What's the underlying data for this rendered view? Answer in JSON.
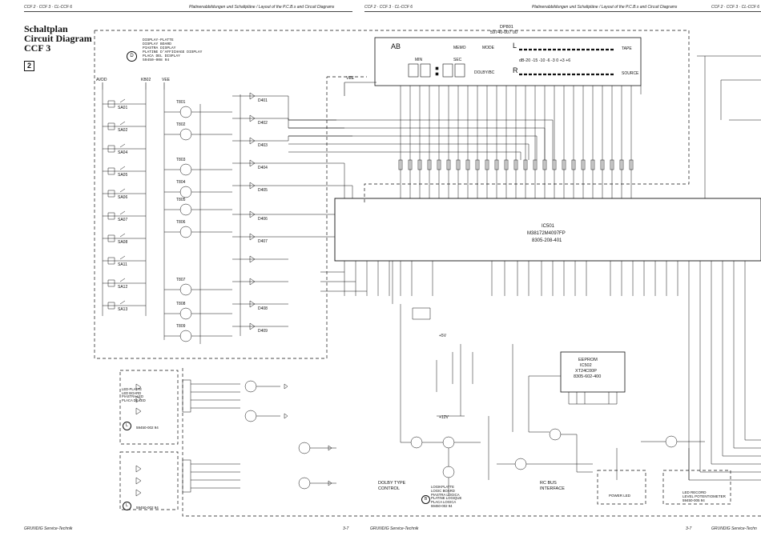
{
  "header": {
    "left": "CCF 2 · CCF 3 · CL-CCF 6",
    "center_left": "Platinenabbildungen und Schaltpläne / Layout of the P.C.B.s and Circuit Diagrams",
    "mid": "CCF 2 · CCF 3 · CL-CCF 6",
    "center_right": "Platinenabbildungen und Schaltpläne / Layout of the P.C.B.s and Circuit Diagrams",
    "right": "CCF 2 · CCF 3 · CL-CCF 6"
  },
  "title": {
    "line1": "Schaltplan",
    "line2": "Circuit Diagram",
    "line3": "CCF 3"
  },
  "page_number": "2",
  "display_board": {
    "marker": "D",
    "lines": "DISPLAY-PLATTE\nDISPLAY BOARD\nPIASTRA DISPLAY\nPLATINE D'AFFICHAGE DISPLAY\nPLACA DEL DISPLAY\n59450-008 94"
  },
  "display": {
    "ref": "DP801",
    "part": "59740-007 00",
    "ab": "AB",
    "memo": "MEMO",
    "mode": "MODE",
    "l": "L",
    "tape": "TAPE",
    "min": "MIN",
    "sec": "SEC",
    "db_scale": "dB-20 -15 -10 -6 -3 0 +3 +6",
    "r": "R",
    "dolby": "DOLBY/BC",
    "source": "SOURCE"
  },
  "ic501": {
    "ref": "IC501",
    "part": "M38172M4097FP",
    "code": "8305-208-401"
  },
  "ic502": {
    "line1": "EEPROM",
    "line2": "IC502",
    "line3": "XT24C00P",
    "line4": "8305-602-400"
  },
  "rails": {
    "avdd": "AVDD",
    "kb02": "KB02",
    "vee": "VEE",
    "vee2": "VEE",
    "plus5v": "+5V",
    "plus12v": "+12V"
  },
  "switches": [
    "SA01",
    "SA02",
    "SA04",
    "SA05",
    "SA06",
    "SA07",
    "SA08",
    "SA11",
    "SA12",
    "SA13"
  ],
  "transistors": [
    "T801",
    "T802",
    "T803",
    "T804",
    "T805",
    "T806",
    "T807",
    "T808",
    "T809"
  ],
  "leds": [
    "D401",
    "D402",
    "D403",
    "D404",
    "D405",
    "D406",
    "D407",
    "D408",
    "D409"
  ],
  "bottom": {
    "dolby_type": "DOLBY TYPE\nCONTROL",
    "rc_bus": "RC BUS\nINTERFACE",
    "logic_board": "LOGIKPLATTE\nLOGIC BOARD\nPIASTRA LOGICA\nPLATINE LOGIQUE\nPLACA LOGICA\n59450-002 94",
    "led_record": "LED RECORD\nLEVEL POTENTIOMETER\n59450-005 94",
    "power_led": "POWER LED",
    "led_board_1": "LED-PLATTE\nLED BOARD\nPIASTRA LED\nPLACA DE LED",
    "led_board_code_1": "59450-002 94",
    "led_board_code_2": "59450-002 94",
    "marker_b": "B",
    "marker_l": "L"
  },
  "footer": {
    "left": "GRUNDIG Service-Technik",
    "page_left": "3-7",
    "center": "GRUNDIG Service-Technik",
    "page_right": "3-7",
    "right": "GRUNDIG Service-Techn"
  }
}
